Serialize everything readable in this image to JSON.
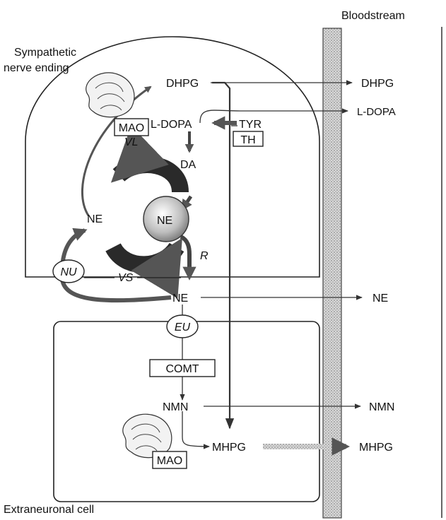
{
  "regions": {
    "bloodstream": "Bloodstream",
    "nerve_ending_line1": "Sympathetic",
    "nerve_ending_line2": "nerve ending",
    "extraneuronal": "Extraneuronal cell"
  },
  "enzymes": {
    "mao_top": "MAO",
    "mao_bottom": "MAO",
    "th": "TH",
    "comt": "COMT"
  },
  "molecules": {
    "dhpg": "DHPG",
    "ldopa": "L-DOPA",
    "tyr": "TYR",
    "da": "DA",
    "ne_cytoplasm": "NE",
    "ne_vesicle": "NE",
    "ne_cleft": "NE",
    "nmn": "NMN",
    "mhpg": "MHPG"
  },
  "processes": {
    "vl": "VL",
    "r": "R",
    "vs": "VS",
    "nu": "NU",
    "eu": "EU"
  },
  "blood_outputs": {
    "dhpg": "DHPG",
    "ldopa": "L-DOPA",
    "ne": "NE",
    "nmn": "NMN",
    "mhpg": "MHPG"
  }
}
